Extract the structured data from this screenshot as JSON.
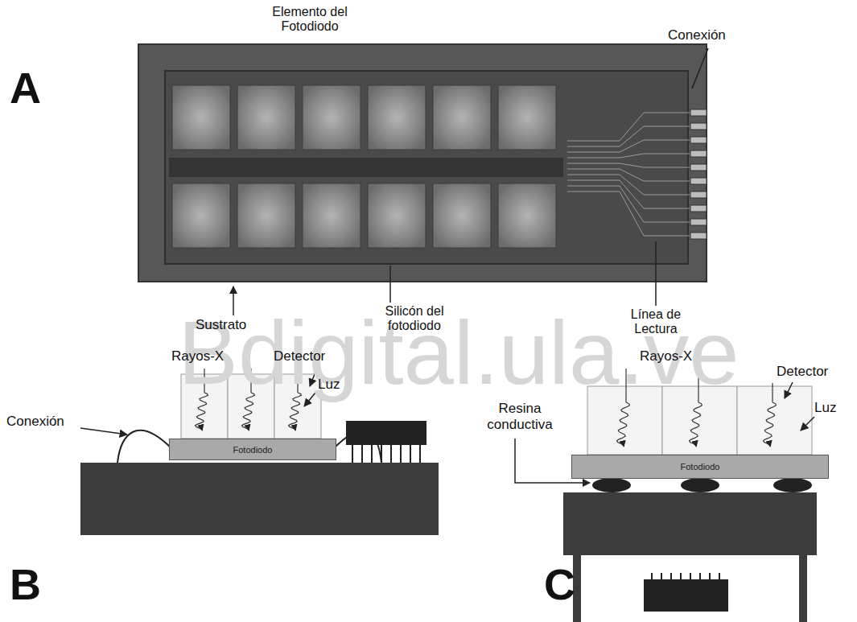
{
  "diagram": {
    "nodes": [
      {
        "text": [
          "Fotodiodo"
        ]
      },
      {
        "text": [
          "Fotodiodo"
        ]
      }
    ],
    "labels": [
      "A",
      "Elemento del Fotodiodo",
      "Conexión",
      "Sustrato",
      "Silicón del fotodiodo",
      "Línea de Lectura",
      "Bdigital.ula.ve",
      "Rayos-X",
      "Detector",
      "Luz",
      "Conexión",
      "B",
      "Rayos-X",
      "Detector",
      "Luz",
      "Resina conductiva",
      "C"
    ]
  }
}
